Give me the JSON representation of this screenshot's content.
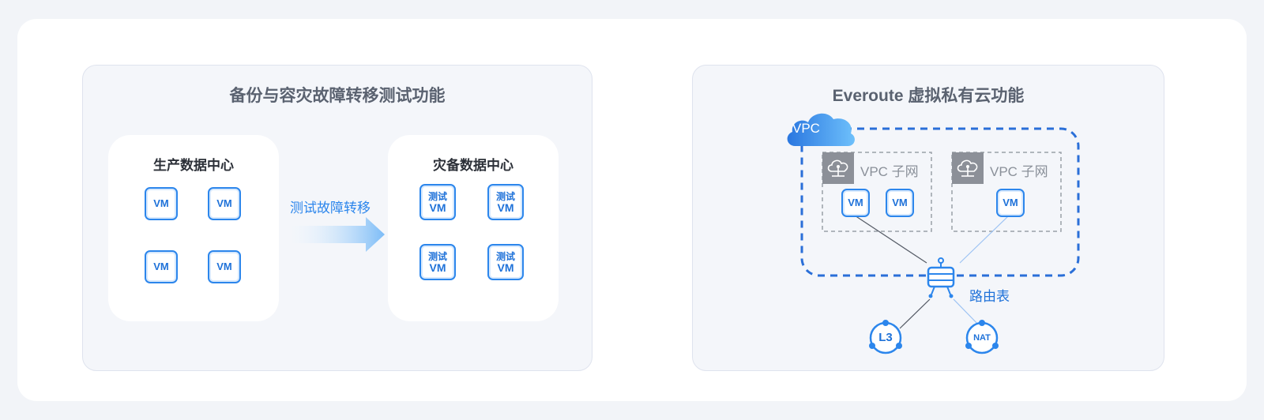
{
  "left": {
    "title": "备份与容灾故障转移测试功能",
    "production": {
      "title": "生产数据中心",
      "vms": [
        "VM",
        "VM",
        "VM",
        "VM"
      ]
    },
    "dr": {
      "title": "灾备数据中心",
      "vms": [
        {
          "l1": "测试",
          "l2": "VM"
        },
        {
          "l1": "测试",
          "l2": "VM"
        },
        {
          "l1": "测试",
          "l2": "VM"
        },
        {
          "l1": "测试",
          "l2": "VM"
        }
      ]
    },
    "arrow_label": "测试故障转移"
  },
  "right": {
    "title": "Everoute 虚拟私有云功能",
    "vpc_label": "VPC",
    "subnets": [
      {
        "label": "VPC 子网",
        "vms": [
          "VM",
          "VM"
        ]
      },
      {
        "label": "VPC 子网",
        "vms": [
          "VM"
        ]
      }
    ],
    "route_table_label": "路由表",
    "l3_label": "L3",
    "nat_label": "NAT"
  },
  "colors": {
    "accent": "#2c86ec",
    "dashed": "#2a6fd8",
    "gray_icon": "#8c9098"
  }
}
